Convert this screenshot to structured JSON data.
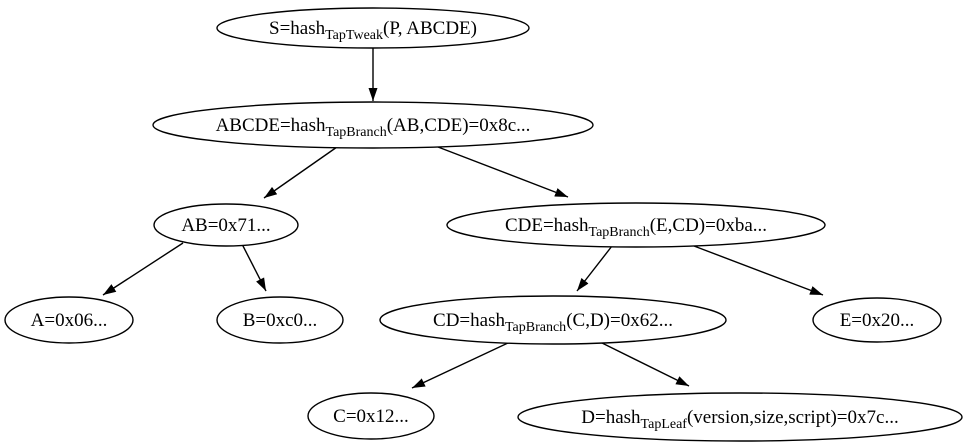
{
  "diagram": {
    "type": "tree-graph",
    "description": "Taproot Merkle hash tree",
    "colors": {
      "background": "#ffffff",
      "node_fill": "#ffffff",
      "node_stroke": "#000000",
      "edge": "#000000",
      "text": "#000000"
    },
    "nodes": {
      "S": {
        "pre": "S=hash",
        "sub": "TapTweak",
        "post": "(P, ABCDE)"
      },
      "ABCDE": {
        "pre": "ABCDE=hash",
        "sub": "TapBranch",
        "post": "(AB,CDE)=0x8c..."
      },
      "AB": {
        "label": "AB=0x71..."
      },
      "CDE": {
        "pre": "CDE=hash",
        "sub": "TapBranch",
        "post": "(E,CD)=0xba..."
      },
      "A": {
        "label": "A=0x06..."
      },
      "B": {
        "label": "B=0xc0..."
      },
      "CD": {
        "pre": "CD=hash",
        "sub": "TapBranch",
        "post": "(C,D)=0x62..."
      },
      "E": {
        "label": "E=0x20..."
      },
      "C": {
        "label": "C=0x12..."
      },
      "D": {
        "pre": "D=hash",
        "sub": "TapLeaf",
        "post": "(version,size,script)=0x7c..."
      }
    },
    "edges": [
      {
        "from": "S",
        "to": "ABCDE"
      },
      {
        "from": "ABCDE",
        "to": "AB"
      },
      {
        "from": "ABCDE",
        "to": "CDE"
      },
      {
        "from": "AB",
        "to": "A"
      },
      {
        "from": "AB",
        "to": "B"
      },
      {
        "from": "CDE",
        "to": "CD"
      },
      {
        "from": "CDE",
        "to": "E"
      },
      {
        "from": "CD",
        "to": "C"
      },
      {
        "from": "CD",
        "to": "D"
      }
    ]
  }
}
